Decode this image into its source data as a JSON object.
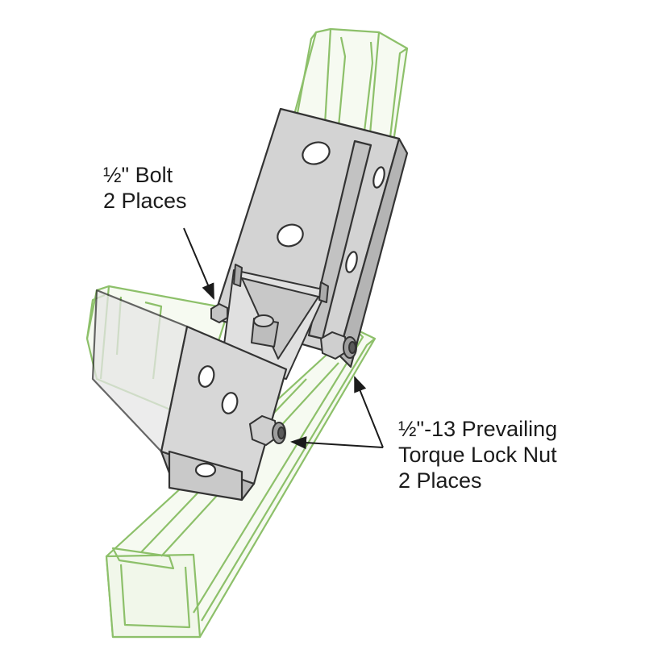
{
  "callouts": {
    "bolt": {
      "line1": "½\" Bolt",
      "line2": "2 Places"
    },
    "nut": {
      "line1": "½\"-13 Prevailing",
      "line2": "Torque Lock Nut",
      "line3": "2 Places"
    }
  },
  "colors": {
    "channel_outline": "#8dc06a",
    "channel_fill": "#f6faf1",
    "fitting_fill": "#cfcfcf",
    "fitting_shade": "#a9a9a9",
    "fitting_light": "#e8e8e8",
    "hardware_outline": "#333333",
    "text": "#1b1b1b"
  },
  "icons": {
    "bolt_head": "hex-bolt-icon",
    "lock_nut": "hex-lock-nut-icon"
  }
}
